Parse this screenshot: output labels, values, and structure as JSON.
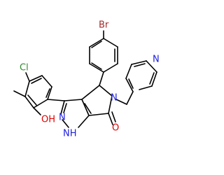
{
  "molecule": {
    "atom_labels": {
      "br": "Br",
      "cl": "Cl",
      "oh": "OH",
      "nh": "NH",
      "n_pyrazole": "N",
      "n_lactam": "N",
      "n_pyridine": "N",
      "o_carbonyl": "O"
    },
    "colors": {
      "bond": "#000000",
      "br": "#a52a2a",
      "cl": "#2e8b2e",
      "o": "#e00000",
      "n": "#2020e0"
    }
  }
}
